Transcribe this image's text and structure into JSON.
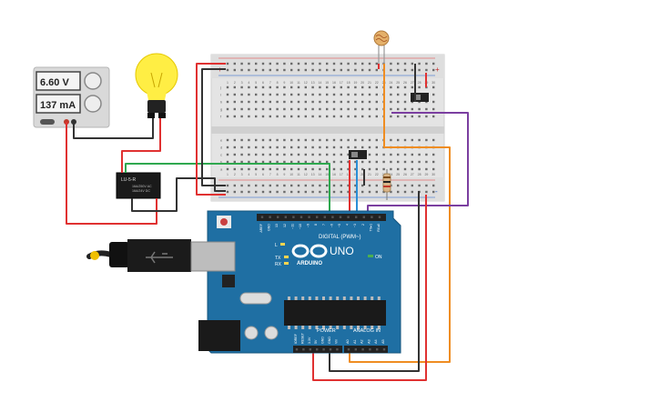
{
  "power_supply": {
    "voltage": "6.60 V",
    "current": "137 mA"
  },
  "relay": {
    "model": "LU-5-R",
    "line1": "16A/250V AC",
    "line2": "16A/24V DC"
  },
  "arduino": {
    "brand": "ARDUINO",
    "model": "UNO",
    "digital_label": "DIGITAL (PWM~)",
    "power_label": "POWER",
    "analog_label": "ANALOG IN",
    "on_label": "ON",
    "tx_label": "TX",
    "rx_label": "RX",
    "l_label": "L",
    "digital_pins": [
      "AREF",
      "GND",
      "13",
      "12",
      "~11",
      "~10",
      "~9",
      "8",
      "7",
      "~6",
      "~5",
      "4",
      "~3",
      "2",
      "TX▸1",
      "RX◂0"
    ],
    "power_pins": [
      "IOREF",
      "RESET",
      "3.3V",
      "5V",
      "GND",
      "GND",
      "Vin"
    ],
    "analog_pins": [
      "A0",
      "A1",
      "A2",
      "A3",
      "A4",
      "A5"
    ]
  },
  "breadboard": {
    "col_numbers_top": [
      "1",
      "2",
      "3",
      "4",
      "5",
      "6",
      "7",
      "8",
      "9",
      "10",
      "11",
      "12",
      "13",
      "14",
      "15",
      "16",
      "17",
      "18",
      "19",
      "20",
      "21",
      "22",
      "23",
      "24",
      "25",
      "26",
      "27",
      "28",
      "29",
      "30"
    ],
    "row_letters_top": [
      "j",
      "i",
      "h",
      "g",
      "f"
    ],
    "row_letters_bottom": [
      "e",
      "d",
      "c",
      "b",
      "a"
    ],
    "rail_plus": "+",
    "rail_minus": "-"
  },
  "colors": {
    "arduino_board": "#1f6fa3",
    "breadboard": "#e3e3e3",
    "wire_red": "#e03131",
    "wire_black": "#333333",
    "wire_green": "#2fa84f",
    "wire_orange": "#ef8d22",
    "wire_purple": "#7b3fa0",
    "wire_blue": "#2a8fd6",
    "bulb": "#ffee44"
  }
}
